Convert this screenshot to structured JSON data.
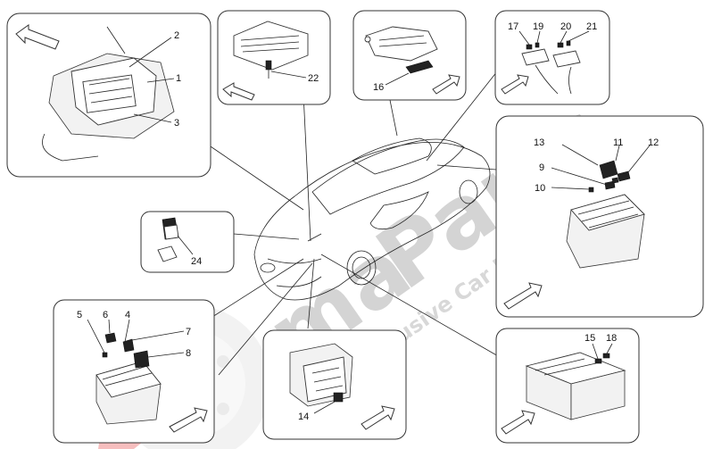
{
  "watermark": {
    "brand": "Parts",
    "brand_prefix": "ma",
    "tagline": "Exclusive Car Parts Specialist"
  },
  "callouts": {
    "c1": "1",
    "c2": "2",
    "c3": "3",
    "c4": "4",
    "c5": "5",
    "c6": "6",
    "c7": "7",
    "c8": "8",
    "c9": "9",
    "c10": "10",
    "c11": "11",
    "c12": "12",
    "c13": "13",
    "c14": "14",
    "c15": "15",
    "c16": "16",
    "c17": "17",
    "c18": "18",
    "c19": "19",
    "c20": "20",
    "c21": "21",
    "c22": "22",
    "c24": "24"
  },
  "icons": {
    "direction": "hollow-arrow-icon",
    "car": "car-outline-icon",
    "logo_wheel": "brake-disc-logo-icon"
  },
  "colors": {
    "line": "#222222",
    "watermark": "#d4d4d4",
    "logo_red": "#e23b3b"
  }
}
